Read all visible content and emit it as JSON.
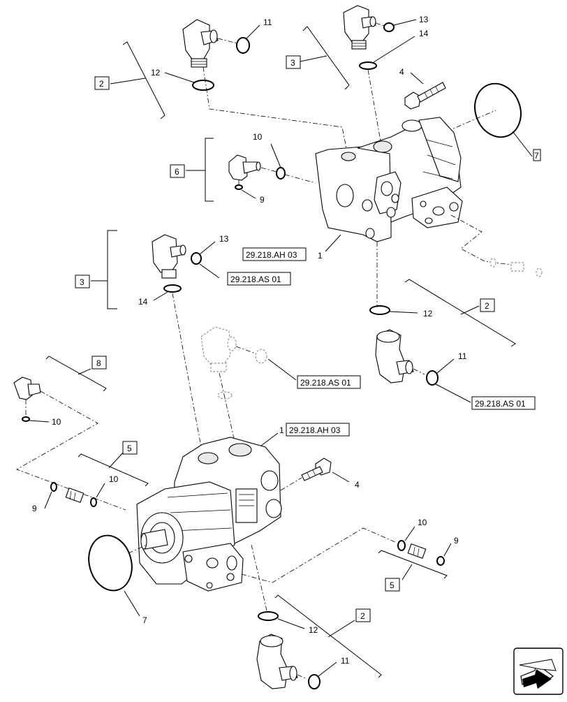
{
  "callouts": {
    "c11_top": "11",
    "c13_top": "13",
    "c14_top": "14",
    "c2_top": "2",
    "c3_top": "3",
    "c12_top": "12",
    "c4_top": "4",
    "c7_top": "7",
    "c10_top": "10",
    "c6_box": "6",
    "c9_top": "9",
    "c1_top": "1",
    "c13_mid": "13",
    "c3_mid": "3",
    "c14_mid": "14",
    "c2_mid": "2",
    "c12_mid": "12",
    "c11_mid": "11",
    "c8_box": "8",
    "c10_left": "10",
    "c1_bottom": "1",
    "c5_left": "5",
    "c10_lower": "10",
    "c9_lower": "9",
    "c4_bottom": "4",
    "c10_right": "10",
    "c9_right": "9",
    "c5_right": "5",
    "c7_bottom": "7",
    "c2_bottom": "2",
    "c12_bottom": "12",
    "c11_bottom": "11"
  },
  "refs": {
    "ref_ah03_top": "29.218.AH 03",
    "ref_as01_mid": "29.218.AS 01",
    "ref_as01_ghost": "29.218.AS 01",
    "ref_as01_right": "29.218.AS 01",
    "ref_ah03_bottom": "29.218.AH 03"
  }
}
